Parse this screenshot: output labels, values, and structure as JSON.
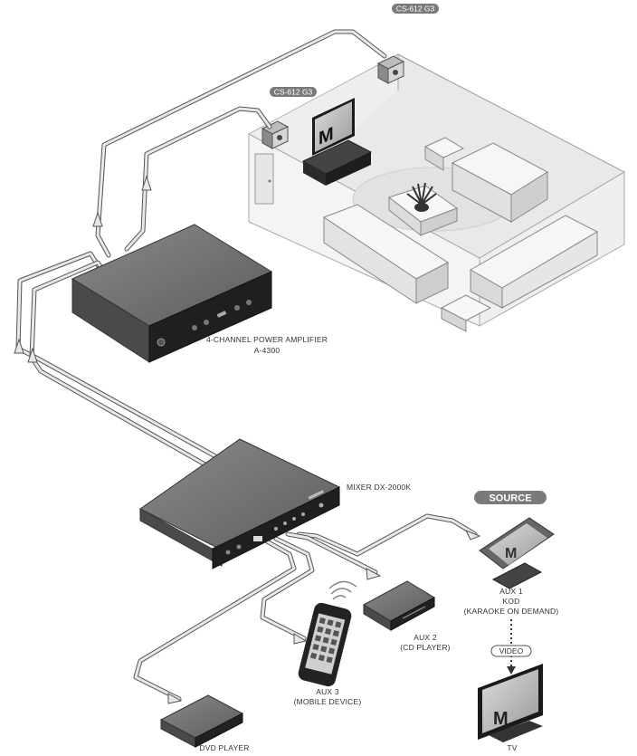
{
  "speakers": {
    "right_label": "CS-612 G3",
    "left_label": "CS-612 G3"
  },
  "amplifier": {
    "line1": "4-CHANNEL POWER AMPLIFIER",
    "line2": "A-4300"
  },
  "mixer": {
    "label": "MIXER DX-2000K"
  },
  "source_badge": "SOURCE",
  "aux1": {
    "line1": "AUX 1",
    "line2": "KOD",
    "line3": "(KARAOKE ON DEMAND)"
  },
  "video_badge": "VIDEO",
  "aux2": {
    "line1": "AUX 2",
    "line2": "(CD PLAYER)"
  },
  "aux3": {
    "line1": "AUX 3",
    "line2": "(MOBILE DEVICE)"
  },
  "dvd": {
    "label": "DVD PLAYER"
  },
  "tv": {
    "label": "TV"
  }
}
